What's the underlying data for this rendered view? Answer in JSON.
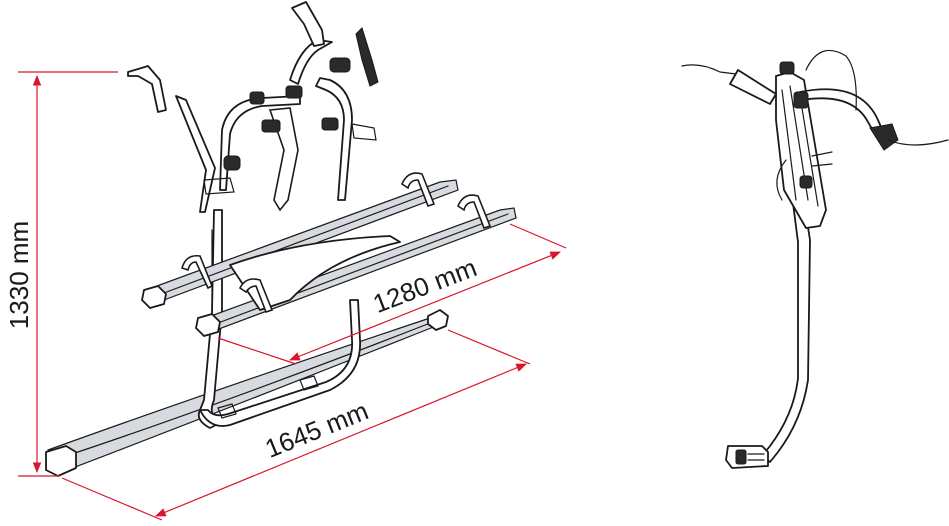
{
  "dimensions": {
    "height": "1330 mm",
    "depth": "1280 mm",
    "width": "1645 mm"
  },
  "colors": {
    "dimension_line": "#d9162a",
    "outline": "#1a1a1a",
    "rail_fill": "#d7dbe0"
  },
  "views": {
    "front": "front-perspective-view",
    "side": "side-view"
  }
}
